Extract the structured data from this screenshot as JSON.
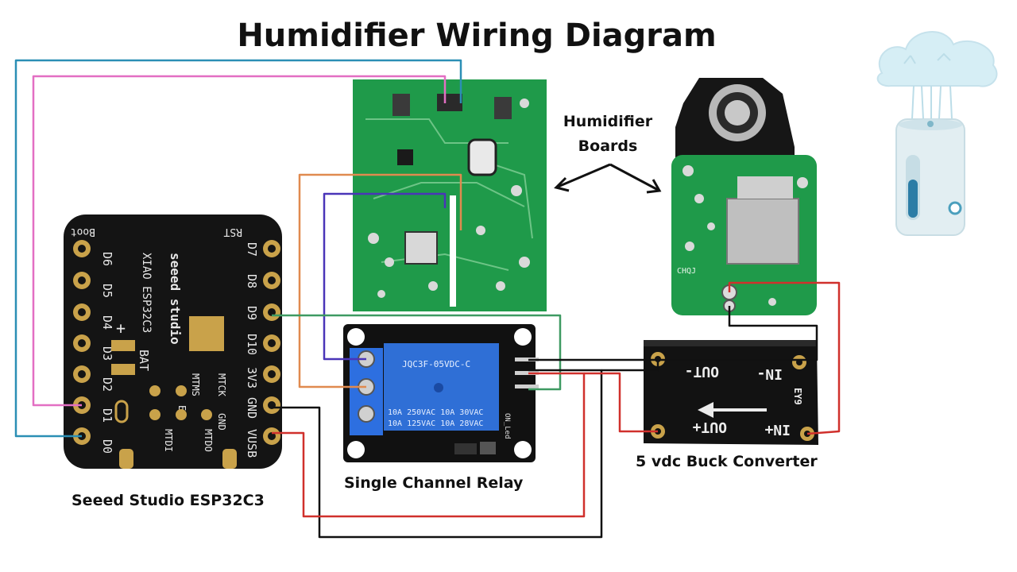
{
  "title": "Humidifier Wiring Diagram",
  "labels": {
    "esp32": "Seeed Studio ESP32C3",
    "relay": "Single Channel Relay",
    "buck": "5 vdc Buck Converter",
    "humidifier_boards_line1": "Humidifier",
    "humidifier_boards_line2": "Boards"
  },
  "esp_board": {
    "model": "XIAO ESP32C3",
    "brand": "seeed studio",
    "left_pins": [
      "D0",
      "D1",
      "D2",
      "D3",
      "D4",
      "D5",
      "D6"
    ],
    "right_pins": [
      "VUSB",
      "GND",
      "3V3",
      "D10",
      "D9",
      "D8",
      "D7"
    ],
    "top_labels": [
      "Boot",
      "RST"
    ],
    "bat_label": "BAT",
    "bottom_pads": [
      "MTDI",
      "EN",
      "MTMS",
      "MTDO",
      "GND",
      "MTCK"
    ]
  },
  "relay_board": {
    "model": "JQC3F-05VDC-C",
    "rating1": "10A 250VAC 10A 30VAC",
    "rating2": "10A 125VAC 10A 28VAC",
    "led_label": "ON_Led"
  },
  "buck_board": {
    "out_minus": "OUT-",
    "in_minus": "IN-",
    "out_plus": "OUT+",
    "in_plus": "IN+",
    "code": "EY9"
  },
  "humidifier_boards": {
    "board_code": "CHQJ"
  },
  "colors": {
    "wire_blue": "#2b8fb5",
    "wire_pink": "#e36fc3",
    "wire_orange": "#e08a4f",
    "wire_purple": "#4a35b8",
    "wire_green": "#3e9a62",
    "wire_black": "#111111",
    "wire_red": "#d0302c",
    "pcb_green": "#1f9a4a",
    "relay_blue": "#2f6fd6"
  }
}
